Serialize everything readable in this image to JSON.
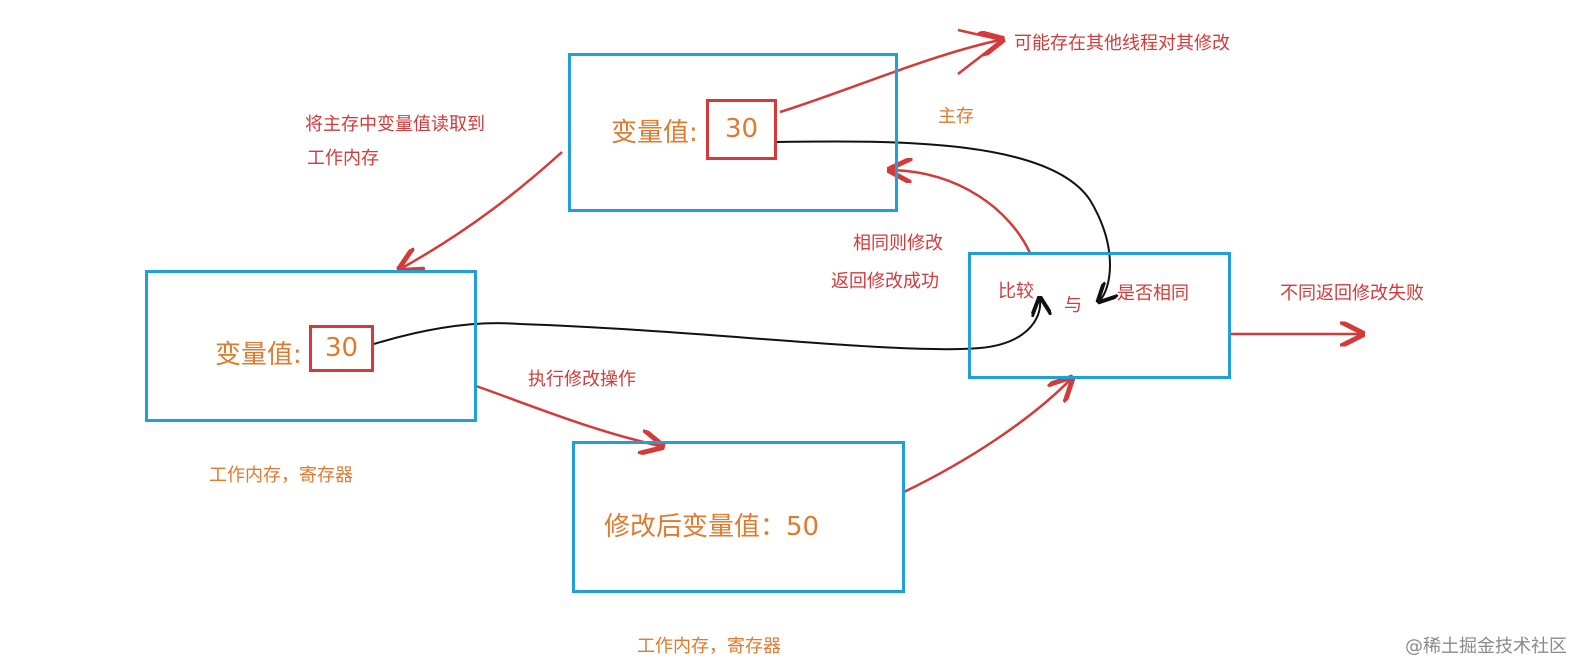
{
  "main_memory_box": {
    "var_label": "变量值:",
    "var_value": "30",
    "caption": "主存"
  },
  "work_memory_box": {
    "var_label": "变量值:",
    "var_value": "30",
    "caption": "工作内存，寄存器"
  },
  "modified_box": {
    "var_text": "修改后变量值：50",
    "caption": "工作内存，寄存器"
  },
  "compare_box": {
    "left_text": "比较",
    "mid_text": "与",
    "right_text": "是否相同"
  },
  "annotations": {
    "read_to_work_line1": "将主存中变量值读取到",
    "read_to_work_line2": "工作内存",
    "other_threads": "可能存在其他线程对其修改",
    "same_modify_line1": "相同则修改",
    "same_modify_line2": "返回修改成功",
    "execute_modify": "执行修改操作",
    "different_fail": "不同返回修改失败"
  },
  "watermark": {
    "text": "@稀土掘金技术社区"
  },
  "colors": {
    "box_border": "#1fa0d8",
    "value_border": "#d43a3a",
    "orange_text": "#e07a2e",
    "red_text": "#d43a3a",
    "black_line": "#111111"
  }
}
